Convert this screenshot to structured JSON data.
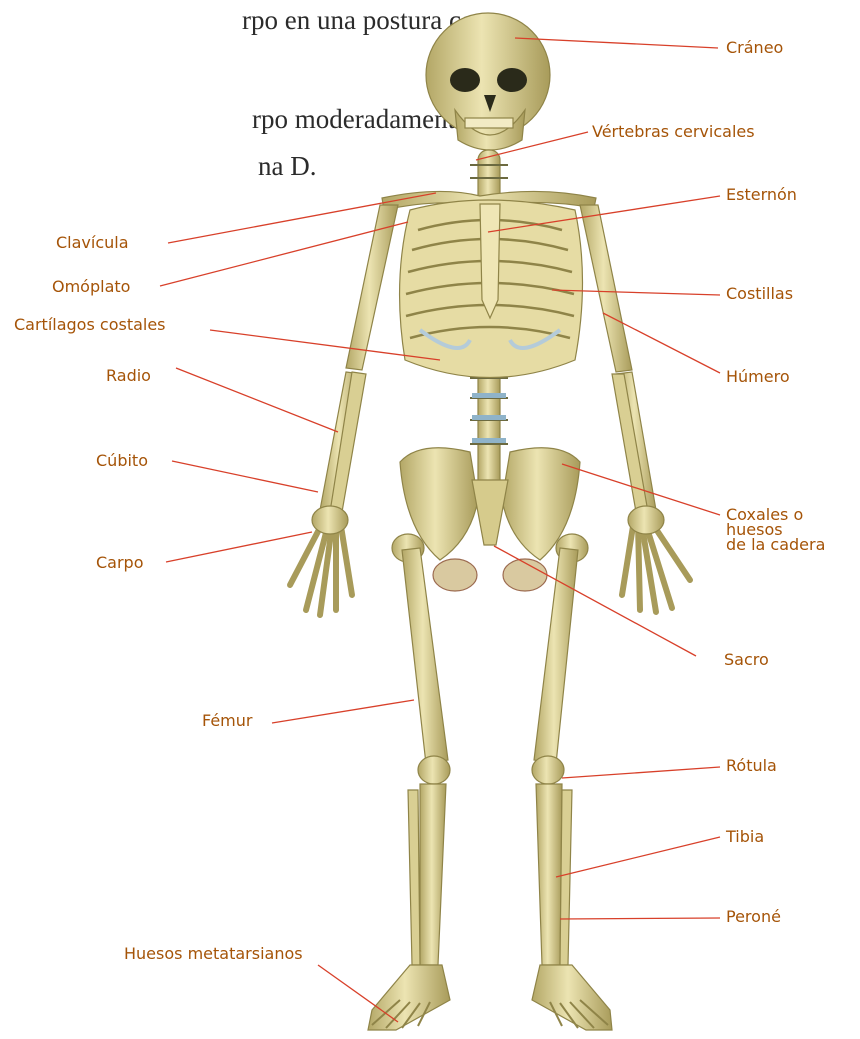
{
  "page_text": {
    "line1": "rpo en una postura co-",
    "line2": "rpo moderadamente al",
    "line3": "na D."
  },
  "labels": {
    "craneo": "Cráneo",
    "vertebras": "Vértebras cervicales",
    "esternon": "Esternón",
    "clavicula": "Clavícula",
    "omoplato": "Omóplato",
    "costillas": "Costillas",
    "cartilagos": "Cartílagos costales",
    "humero": "Húmero",
    "radio": "Radio",
    "cubito": "Cúbito",
    "coxales": "Coxales o\nhuesos\nde la cadera",
    "carpo": "Carpo",
    "sacro": "Sacro",
    "femur": "Fémur",
    "rotula": "Rótula",
    "tibia": "Tibia",
    "perone": "Peroné",
    "metatarsianos": "Huesos metatarsianos"
  },
  "colors": {
    "label_text": "#a55408",
    "leader_line": "#d8402a",
    "bone": "#ddd49b",
    "bone_shadow": "#b3a766",
    "cartilage": "#b4cbd9"
  }
}
